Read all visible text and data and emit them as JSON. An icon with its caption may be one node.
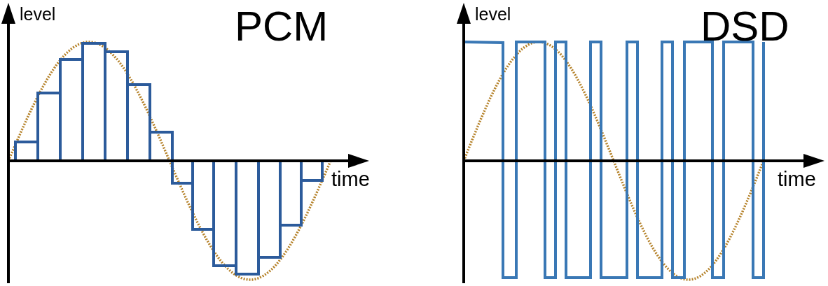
{
  "diagram": {
    "labels": [
      "level",
      "PCM",
      "level",
      "DSD",
      "time",
      "time"
    ]
  }
}
